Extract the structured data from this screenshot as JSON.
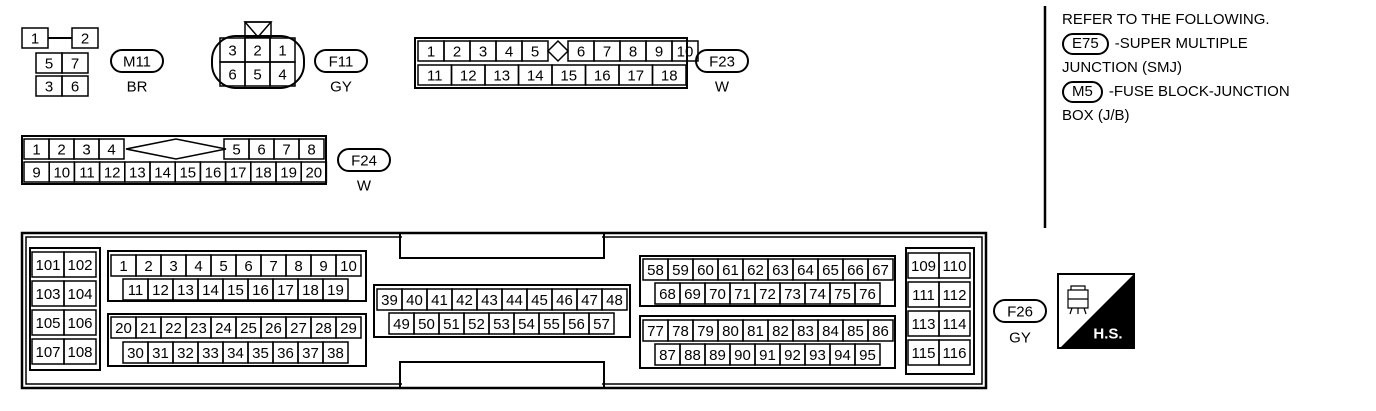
{
  "connectors": {
    "m11": {
      "id": "M11",
      "color": "BR",
      "rows": [
        [
          "1",
          "2"
        ],
        [
          "5",
          "7"
        ],
        [
          "3",
          "6"
        ]
      ]
    },
    "f11": {
      "id": "F11",
      "color": "GY",
      "rows": [
        [
          "3",
          "2",
          "1"
        ],
        [
          "6",
          "5",
          "4"
        ]
      ]
    },
    "f23": {
      "id": "F23",
      "color": "W",
      "top": [
        "1",
        "2",
        "3",
        "4",
        "5",
        "6",
        "7",
        "8",
        "9",
        "10"
      ],
      "bottom": [
        "11",
        "12",
        "13",
        "14",
        "15",
        "16",
        "17",
        "18"
      ]
    },
    "f24": {
      "id": "F24",
      "color": "W",
      "top": [
        "1",
        "2",
        "3",
        "4",
        "5",
        "6",
        "7",
        "8"
      ],
      "bottom": [
        "9",
        "10",
        "11",
        "12",
        "13",
        "14",
        "15",
        "16",
        "17",
        "18",
        "19",
        "20"
      ]
    },
    "f26": {
      "id": "F26",
      "color": "GY",
      "left_pins": [
        "101",
        "102",
        "103",
        "104",
        "105",
        "106",
        "107",
        "108"
      ],
      "right_pins": [
        "109",
        "110",
        "111",
        "112",
        "113",
        "114",
        "115",
        "116"
      ],
      "row1": [
        "1",
        "2",
        "3",
        "4",
        "5",
        "6",
        "7",
        "8",
        "9",
        "10"
      ],
      "row2": [
        "11",
        "12",
        "13",
        "14",
        "15",
        "16",
        "17",
        "18",
        "19"
      ],
      "row3": [
        "20",
        "21",
        "22",
        "23",
        "24",
        "25",
        "26",
        "27",
        "28",
        "29"
      ],
      "row4": [
        "30",
        "31",
        "32",
        "33",
        "34",
        "35",
        "36",
        "37",
        "38"
      ],
      "mid1": [
        "39",
        "40",
        "41",
        "42",
        "43",
        "44",
        "45",
        "46",
        "47",
        "48"
      ],
      "mid2": [
        "49",
        "50",
        "51",
        "52",
        "53",
        "54",
        "55",
        "56",
        "57"
      ],
      "r1": [
        "58",
        "59",
        "60",
        "61",
        "62",
        "63",
        "64",
        "65",
        "66",
        "67"
      ],
      "r2": [
        "68",
        "69",
        "70",
        "71",
        "72",
        "73",
        "74",
        "75",
        "76"
      ],
      "r3": [
        "77",
        "78",
        "79",
        "80",
        "81",
        "82",
        "83",
        "84",
        "85",
        "86"
      ],
      "r4": [
        "87",
        "88",
        "89",
        "90",
        "91",
        "92",
        "93",
        "94",
        "95"
      ]
    }
  },
  "hs_label": "H.S.",
  "reference": {
    "heading": "REFER TO THE FOLLOWING.",
    "item1_badge": "E75",
    "item1_text_a": "-SUPER MULTIPLE",
    "item1_text_b": "JUNCTION (SMJ)",
    "item2_badge": "M5",
    "item2_text_a": "-FUSE BLOCK-JUNCTION",
    "item2_text_b": "BOX (J/B)"
  }
}
